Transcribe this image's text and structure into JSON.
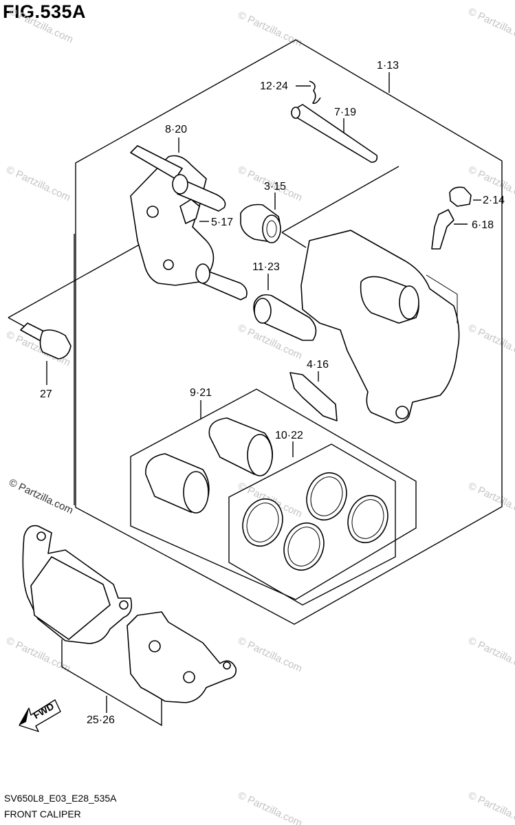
{
  "figure": {
    "title": "FIG.535A",
    "code": "SV650L8_E03_E28_535A",
    "name": "FRONT CALIPER"
  },
  "watermark": {
    "text": "© Partzilla.com",
    "color": "#c4c4c4"
  },
  "callouts": {
    "c1": "1·13",
    "c2": "12·24",
    "c3": "7·19",
    "c4": "8·20",
    "c5": "3·15",
    "c6": "2·14",
    "c7": "5·17",
    "c8": "6·18",
    "c9": "11·23",
    "c10": "4·16",
    "c11": "27",
    "c12": "9·21",
    "c13": "10·22",
    "c14": "25·26"
  },
  "direction_arrow": {
    "label": "FWD"
  }
}
